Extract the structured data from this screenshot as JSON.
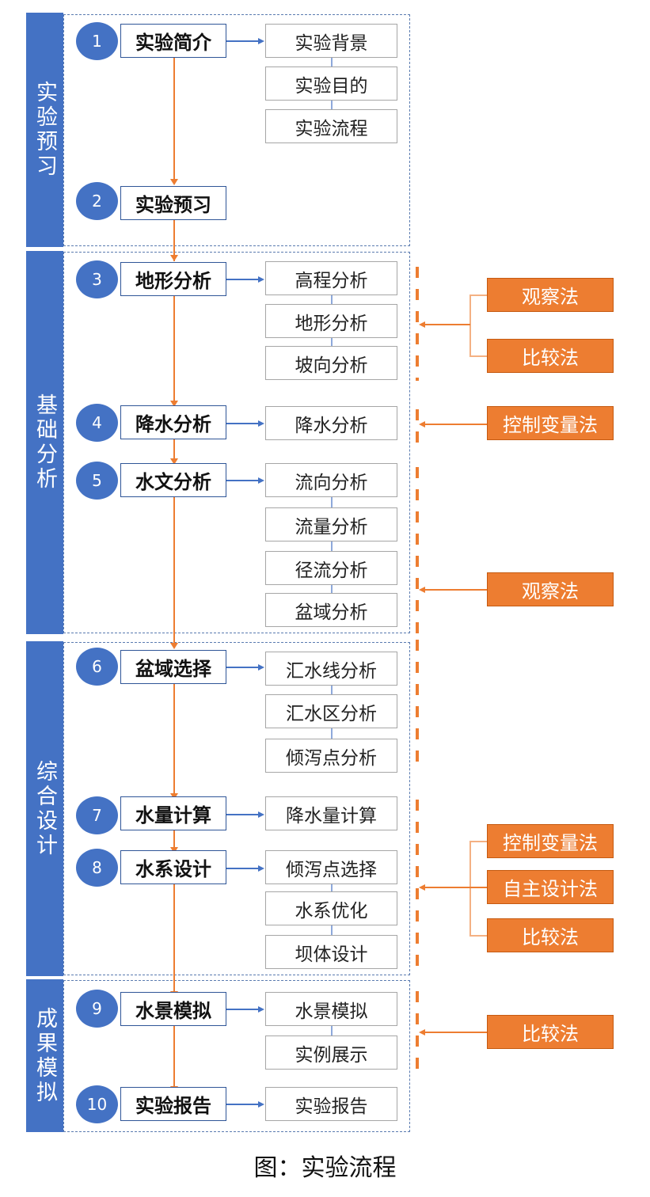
{
  "title": "图：实验流程",
  "colors": {
    "phase_blue": "#4472C4",
    "main_border": "#2F5597",
    "method_orange": "#ED7D31",
    "flow_arrow": "#ED7D31",
    "branch_arrow": "#4472C4"
  },
  "phases": [
    {
      "label": "实验预习"
    },
    {
      "label": "基础分析"
    },
    {
      "label": "综合设计"
    },
    {
      "label": "成果模拟"
    }
  ],
  "steps": [
    {
      "num": "1",
      "label": "实验简介",
      "subs": [
        "实验背景",
        "实验目的",
        "实验流程"
      ]
    },
    {
      "num": "2",
      "label": "实验预习",
      "subs": []
    },
    {
      "num": "3",
      "label": "地形分析",
      "subs": [
        "高程分析",
        "地形分析",
        "坡向分析"
      ]
    },
    {
      "num": "4",
      "label": "降水分析",
      "subs": [
        "降水分析"
      ]
    },
    {
      "num": "5",
      "label": "水文分析",
      "subs": [
        "流向分析",
        "流量分析",
        "径流分析",
        "盆域分析"
      ]
    },
    {
      "num": "6",
      "label": "盆域选择",
      "subs": [
        "汇水线分析",
        "汇水区分析",
        "倾泻点分析"
      ]
    },
    {
      "num": "7",
      "label": "水量计算",
      "subs": [
        "降水量计算"
      ]
    },
    {
      "num": "8",
      "label": "水系设计",
      "subs": [
        "倾泻点选择",
        "水系优化",
        "坝体设计"
      ]
    },
    {
      "num": "9",
      "label": "水景模拟",
      "subs": [
        "水景模拟",
        "实例展示"
      ]
    },
    {
      "num": "10",
      "label": "实验报告",
      "subs": [
        "实验报告"
      ]
    }
  ],
  "methods": {
    "group_terrain": [
      "观察法",
      "比较法"
    ],
    "group_precip": [
      "控制变量法"
    ],
    "group_hydro": [
      "观察法"
    ],
    "group_design": [
      "控制变量法",
      "自主设计法",
      "比较法"
    ],
    "group_sim": [
      "比较法"
    ]
  }
}
